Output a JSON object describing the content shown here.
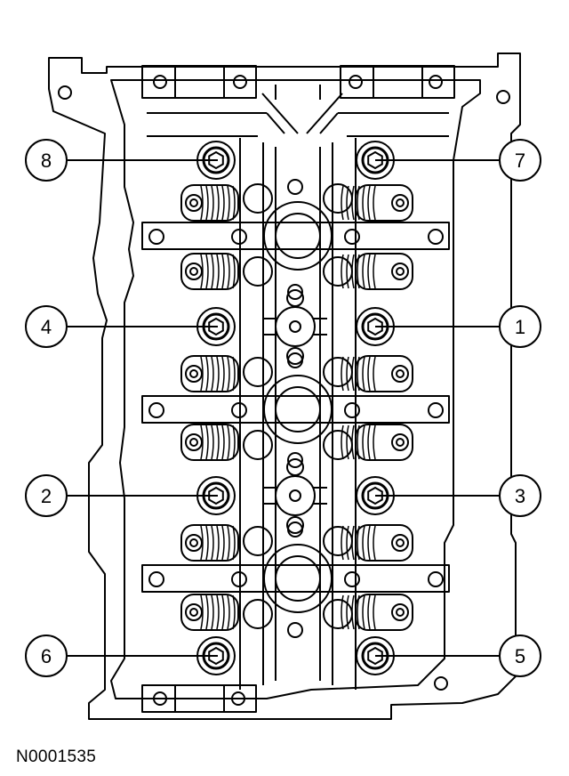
{
  "figure_id": "N0001535",
  "callouts": [
    {
      "number": "8",
      "side": "left"
    },
    {
      "number": "7",
      "side": "right"
    },
    {
      "number": "4",
      "side": "left"
    },
    {
      "number": "1",
      "side": "right"
    },
    {
      "number": "2",
      "side": "left"
    },
    {
      "number": "3",
      "side": "right"
    },
    {
      "number": "6",
      "side": "left"
    },
    {
      "number": "5",
      "side": "right"
    }
  ]
}
